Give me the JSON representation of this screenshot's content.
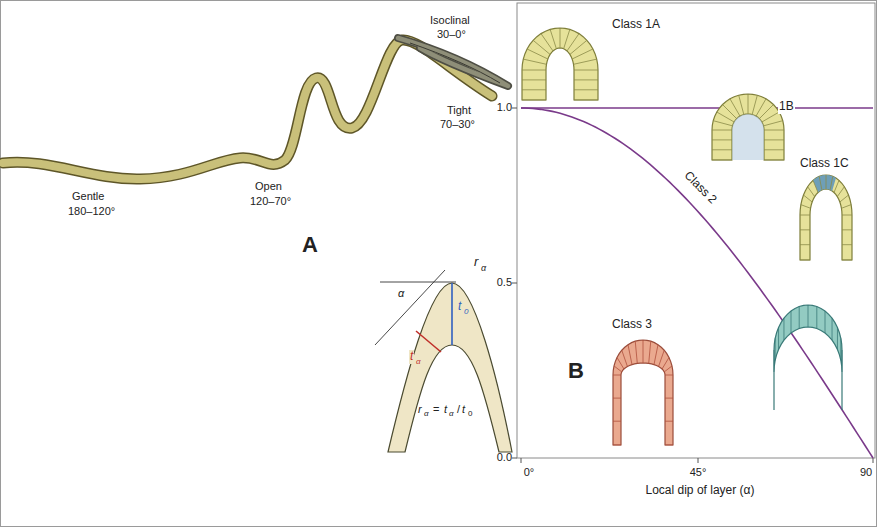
{
  "diagram": {
    "labels": [
      "Isoclinal",
      "30–0°",
      "Tight",
      "70–30°",
      "Open",
      "120–70°",
      "Gentle",
      "180–120°",
      "A",
      "Class 1A",
      "1.0",
      "1B",
      "Class 1C",
      "Class 2",
      "r",
      "α",
      "0.5",
      "α",
      "t",
      "α",
      "t",
      "0",
      "r",
      "α",
      "=",
      "t",
      "α",
      "/",
      "t",
      "0",
      "0.0",
      "Class 3",
      "B",
      "0°",
      "45°",
      "90",
      "Local dip of layer (α)"
    ]
  }
}
